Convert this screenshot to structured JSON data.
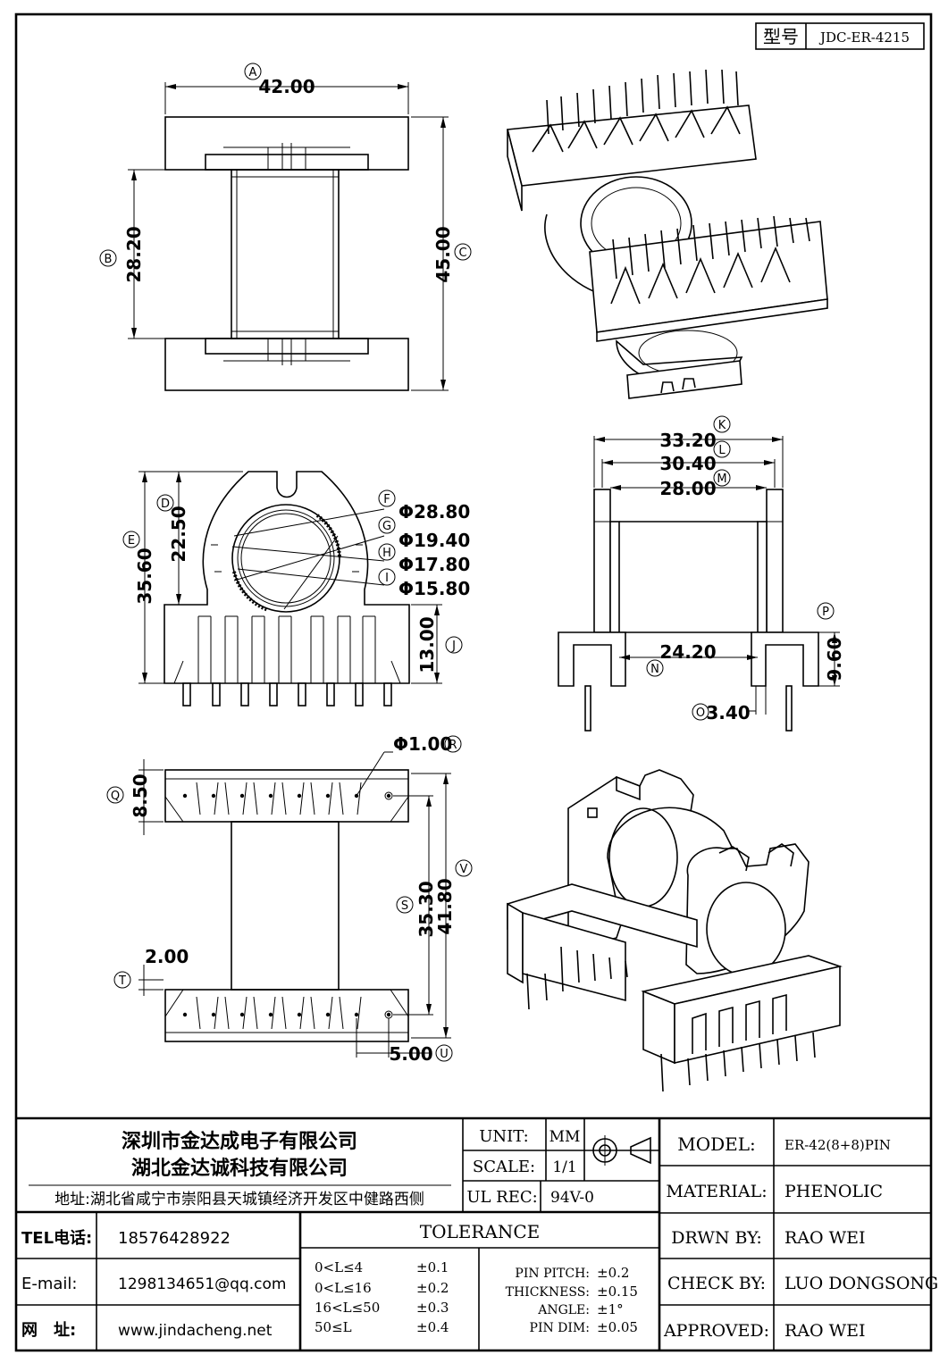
{
  "model_box": {
    "label": "型号",
    "value": "JDC-ER-4215"
  },
  "dims": {
    "A": "42.00",
    "B": "28.20",
    "C": "45.00",
    "D": "22.50",
    "E": "35.60",
    "F": "Φ28.80",
    "G": "Φ19.40",
    "H": "Φ17.80",
    "I": "Φ15.80",
    "J": "13.00",
    "K": "33.20",
    "L": "30.40",
    "M": "28.00",
    "N": "24.20",
    "O": "3.40",
    "P": "9.60",
    "Q": "8.50",
    "R": "Φ1.00",
    "S": "35.30",
    "T": "2.00",
    "U": "5.00",
    "V": "41.80"
  },
  "company": {
    "name1": "深圳市金达成电子有限公司",
    "name2": "湖北金达诚科技有限公司",
    "address": "地址:湖北省咸宁市崇阳县天城镇经济开发区中健路西侧"
  },
  "contact": {
    "tel_label": "TEL电话:",
    "tel": "18576428922",
    "email_label": "E-mail:",
    "email": "1298134651@qq.com",
    "web_label": "网　址:",
    "web": "www.jindacheng.net"
  },
  "unit": {
    "label": "UNIT:",
    "value": "MM"
  },
  "scale": {
    "label": "SCALE:",
    "value": "1/1"
  },
  "ulrec": {
    "label": "UL REC:",
    "value": "94V-0"
  },
  "tolerance": {
    "title": "TOLERANCE",
    "rows": [
      {
        "range": "0<L≤4",
        "value": "±0.1"
      },
      {
        "range": "0<L≤16",
        "value": "±0.2"
      },
      {
        "range": "16<L≤50",
        "value": "±0.3"
      },
      {
        "range": "50≤L",
        "value": "±0.4"
      }
    ],
    "extra": [
      {
        "label": "PIN PITCH:",
        "value": "±0.2"
      },
      {
        "label": "THICKNESS:",
        "value": "±0.15"
      },
      {
        "label": "ANGLE:",
        "value": "±1°"
      },
      {
        "label": "PIN DIM:",
        "value": "±0.05"
      }
    ]
  },
  "info": {
    "model_label": "MODEL:",
    "model": "ER-42(8+8)PIN",
    "material_label": "MATERIAL:",
    "material": "PHENOLIC",
    "drawn_label": "DRWN BY:",
    "drawn": "RAO WEI",
    "check_label": "CHECK BY:",
    "check": "LUO DONGSONG",
    "approved_label": "APPROVED:",
    "approved": "RAO WEI"
  }
}
